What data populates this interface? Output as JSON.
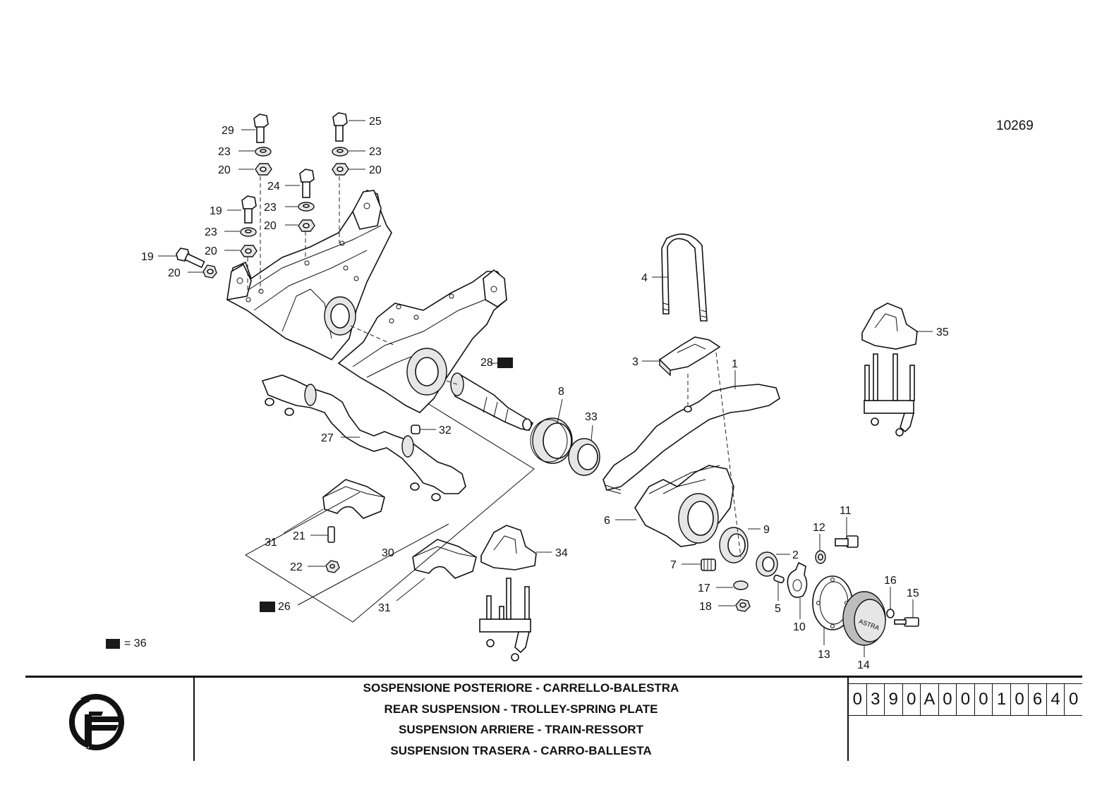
{
  "drawing_number": "10269",
  "callouts": [
    {
      "id": "c29",
      "text": "29"
    },
    {
      "id": "c25",
      "text": "25"
    },
    {
      "id": "c23a",
      "text": "23"
    },
    {
      "id": "c23b",
      "text": "23"
    },
    {
      "id": "c20a",
      "text": "20"
    },
    {
      "id": "c20b",
      "text": "20"
    },
    {
      "id": "c24",
      "text": "24"
    },
    {
      "id": "c23c",
      "text": "23"
    },
    {
      "id": "c20c",
      "text": "20"
    },
    {
      "id": "c19a",
      "text": "19"
    },
    {
      "id": "c23d",
      "text": "23"
    },
    {
      "id": "c20d",
      "text": "20"
    },
    {
      "id": "c19b",
      "text": "19"
    },
    {
      "id": "c20e",
      "text": "20"
    },
    {
      "id": "c4",
      "text": "4"
    },
    {
      "id": "c35",
      "text": "35"
    },
    {
      "id": "c3",
      "text": "3"
    },
    {
      "id": "c1",
      "text": "1"
    },
    {
      "id": "c28",
      "text": "28"
    },
    {
      "id": "c8",
      "text": "8"
    },
    {
      "id": "c33",
      "text": "33"
    },
    {
      "id": "c32",
      "text": "32"
    },
    {
      "id": "c27",
      "text": "27"
    },
    {
      "id": "c6",
      "text": "6"
    },
    {
      "id": "c9",
      "text": "9"
    },
    {
      "id": "c11",
      "text": "11"
    },
    {
      "id": "c12",
      "text": "12"
    },
    {
      "id": "c2",
      "text": "2"
    },
    {
      "id": "c31a",
      "text": "31"
    },
    {
      "id": "c21",
      "text": "21"
    },
    {
      "id": "c30",
      "text": "30"
    },
    {
      "id": "c34",
      "text": "34"
    },
    {
      "id": "c7",
      "text": "7"
    },
    {
      "id": "c22",
      "text": "22"
    },
    {
      "id": "c17",
      "text": "17"
    },
    {
      "id": "c16",
      "text": "16"
    },
    {
      "id": "c15",
      "text": "15"
    },
    {
      "id": "c5",
      "text": "5"
    },
    {
      "id": "c18",
      "text": "18"
    },
    {
      "id": "c26",
      "text": "26"
    },
    {
      "id": "c31b",
      "text": "31"
    },
    {
      "id": "c10",
      "text": "10"
    },
    {
      "id": "c13",
      "text": "13"
    },
    {
      "id": "c14",
      "text": "14"
    }
  ],
  "hub_cap_text": "ASTRA",
  "legend": {
    "text": "= 36"
  },
  "title_block": {
    "titles": [
      "SOSPENSIONE POSTERIORE - CARRELLO-BALESTRA",
      "REAR SUSPENSION - TROLLEY-SPRING PLATE",
      "SUSPENSION ARRIERE - TRAIN-RESSORT",
      "SUSPENSION TRASERA - CARRO-BALLESTA"
    ],
    "code_chars": [
      "0",
      "3",
      "9",
      "0",
      "A",
      "0",
      "0",
      "0",
      "1",
      "0",
      "6",
      "4",
      "0"
    ]
  },
  "colors": {
    "ink": "#111111",
    "marker": "#1a1a1a",
    "paper": "#ffffff"
  }
}
